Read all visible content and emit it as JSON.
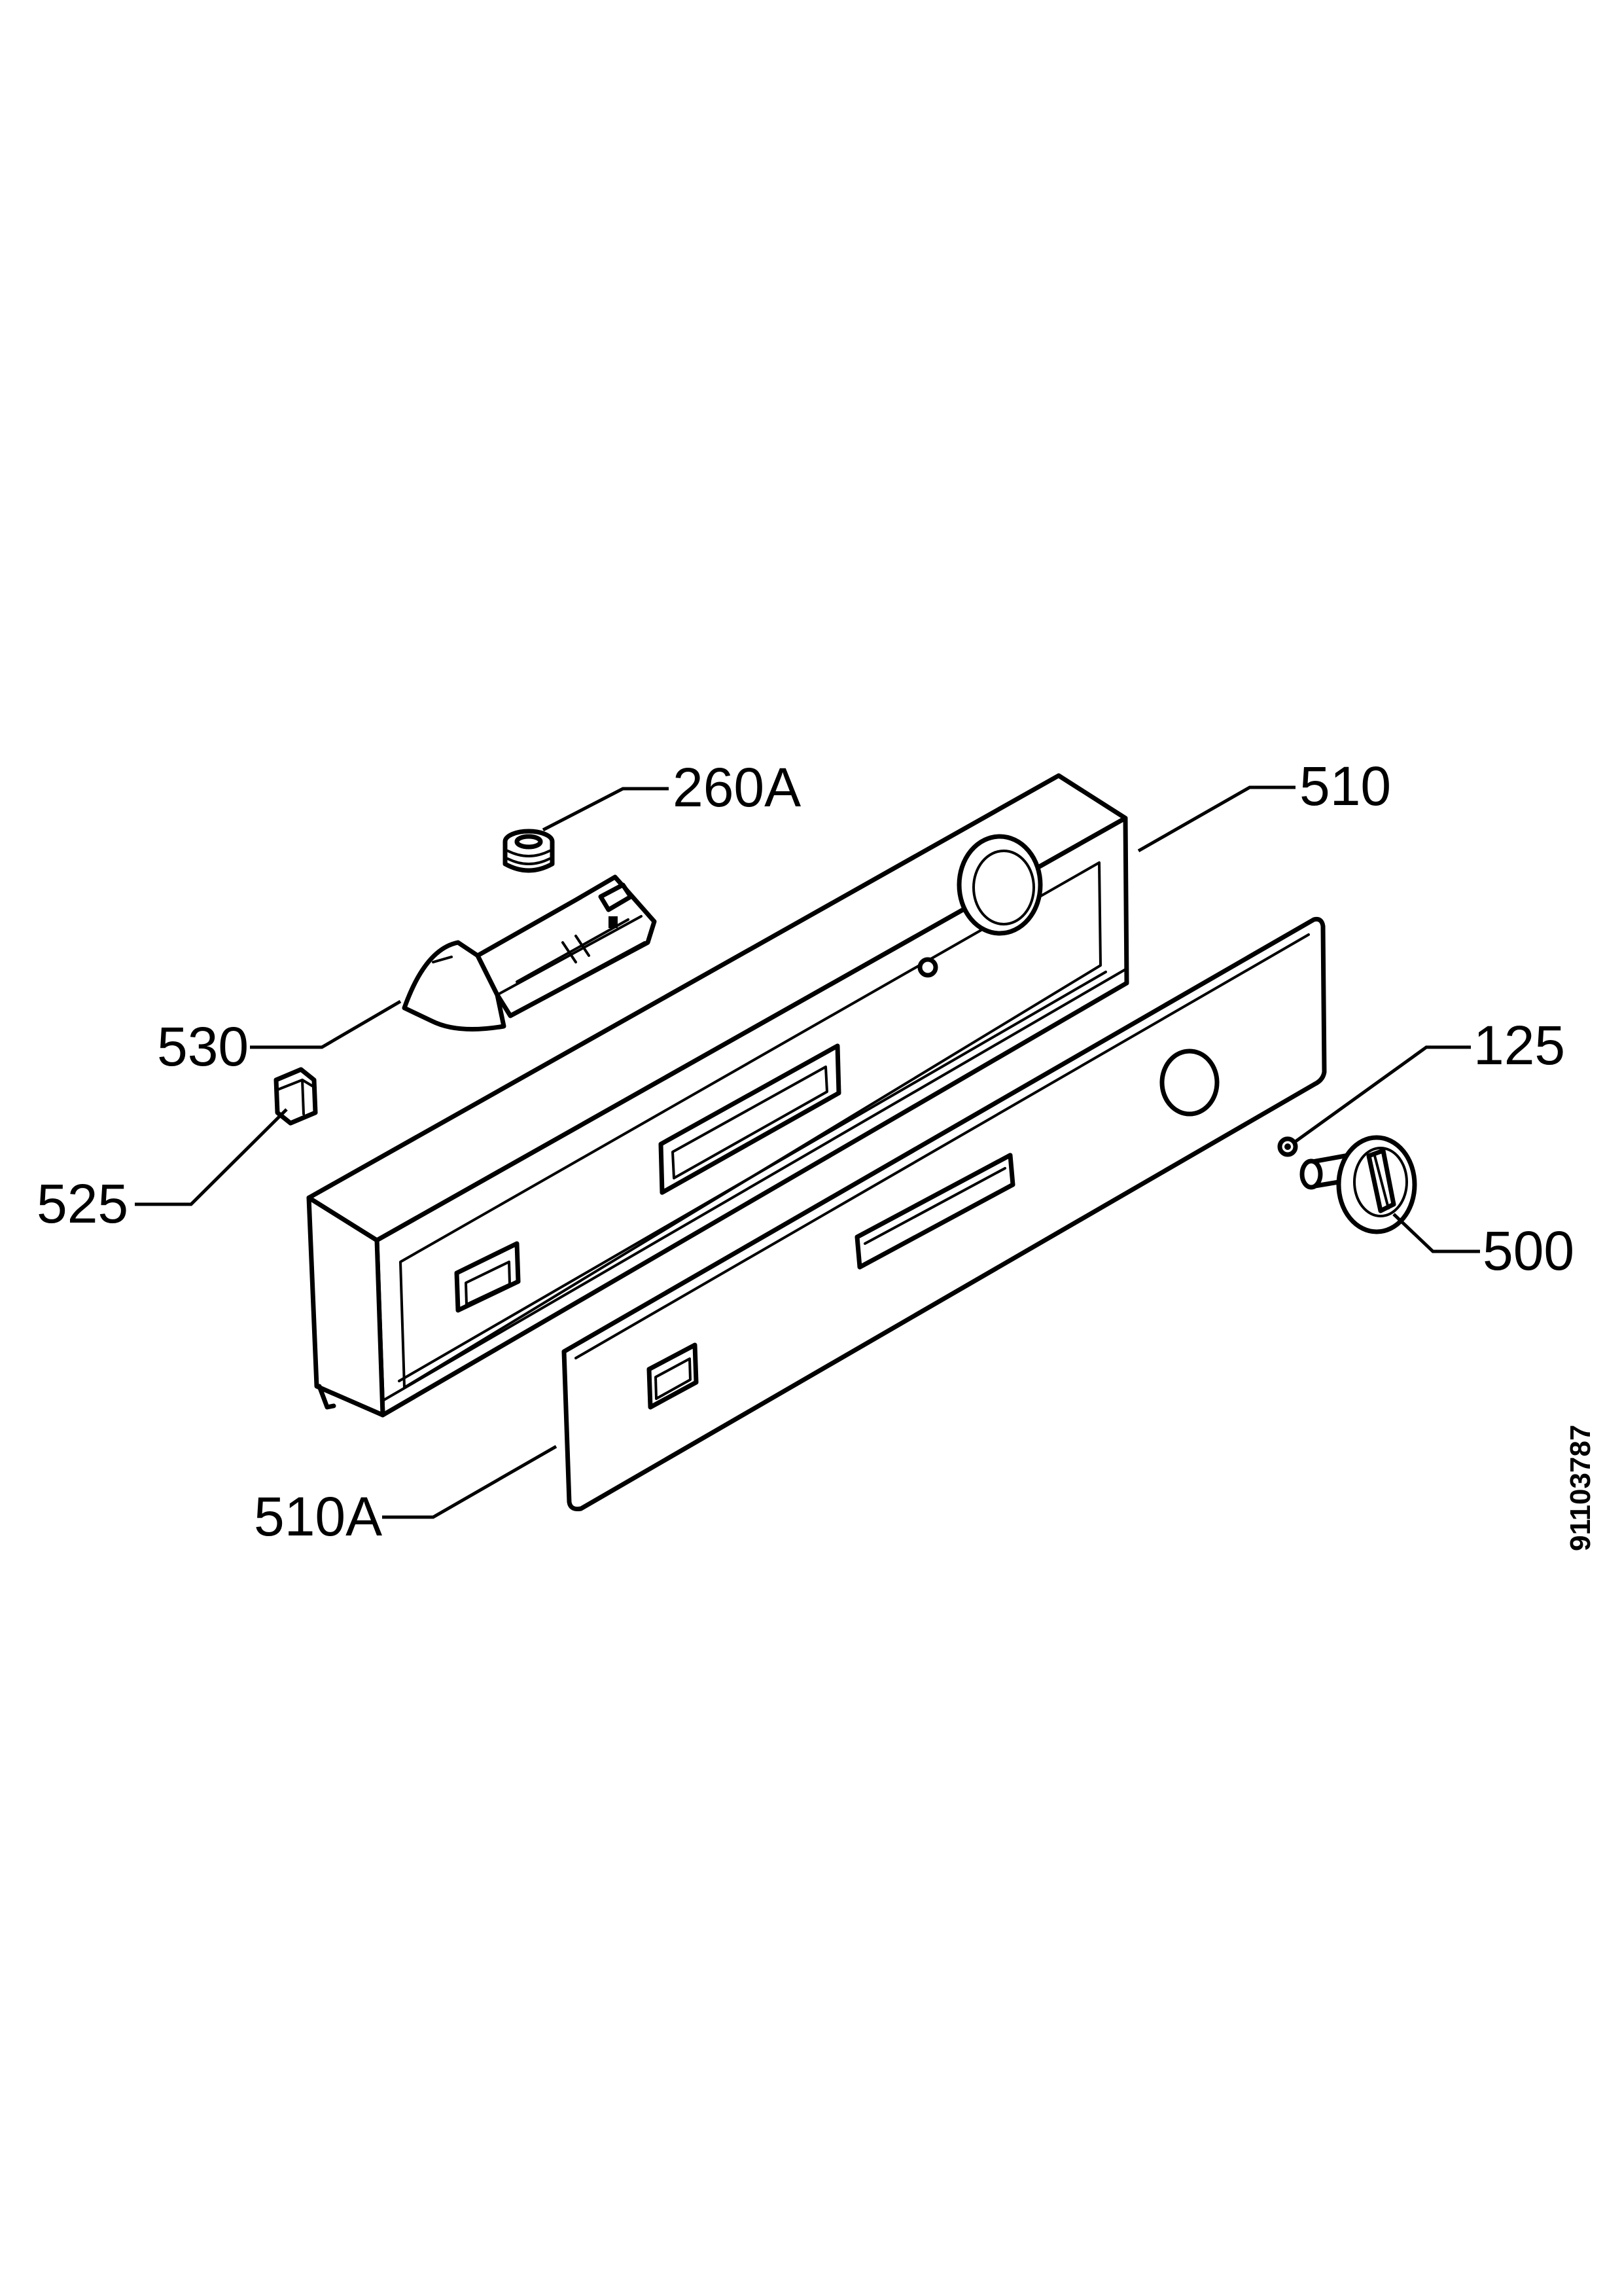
{
  "callouts": {
    "p260a": "260A",
    "p510": "510",
    "p530": "530",
    "p125": "125",
    "p525": "525",
    "p500": "500",
    "p510a": "510A"
  },
  "document_number": "91103787"
}
